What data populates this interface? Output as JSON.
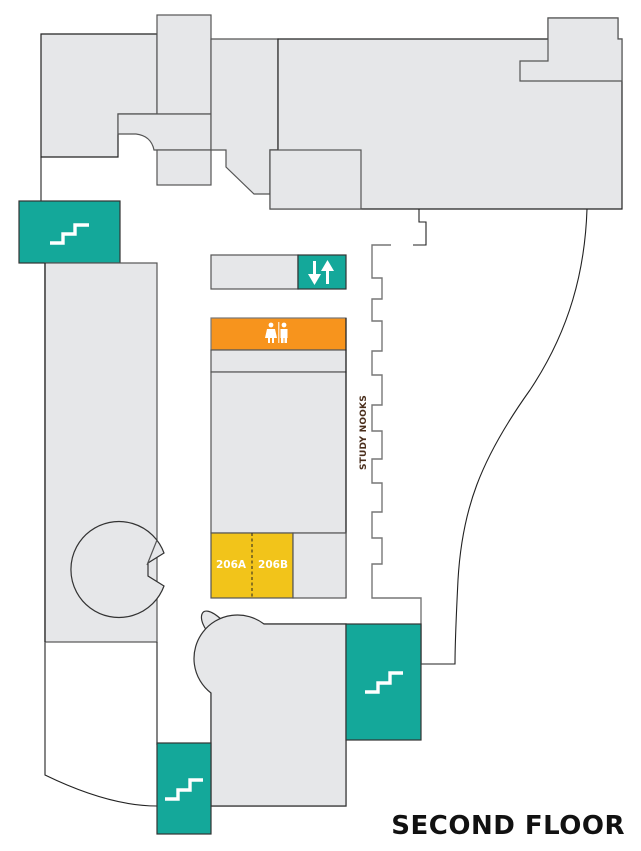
{
  "map": {
    "title": "SECOND FLOOR",
    "labels": {
      "study_nooks": "STUDY NOOKS",
      "room_206a": "206A",
      "room_206b": "206B"
    },
    "icons": {
      "stairs": "stairs-icon",
      "elevator": "elevator-icon",
      "restroom": "restroom-icon"
    },
    "colors": {
      "stairs": "#14a89a",
      "elevator": "#14a89a",
      "restroom": "#f7941d",
      "meeting_rooms": "#f2c41a",
      "room_fill": "#e6e7e9",
      "label_brown": "#4a2e1c",
      "title": "#111111"
    },
    "features": [
      {
        "type": "stairs",
        "location": "west-upper"
      },
      {
        "type": "stairs",
        "location": "south-west"
      },
      {
        "type": "stairs",
        "location": "south-east"
      },
      {
        "type": "elevator",
        "location": "center"
      },
      {
        "type": "restroom",
        "location": "center"
      },
      {
        "type": "room",
        "name": "206A"
      },
      {
        "type": "room",
        "name": "206B"
      }
    ]
  }
}
